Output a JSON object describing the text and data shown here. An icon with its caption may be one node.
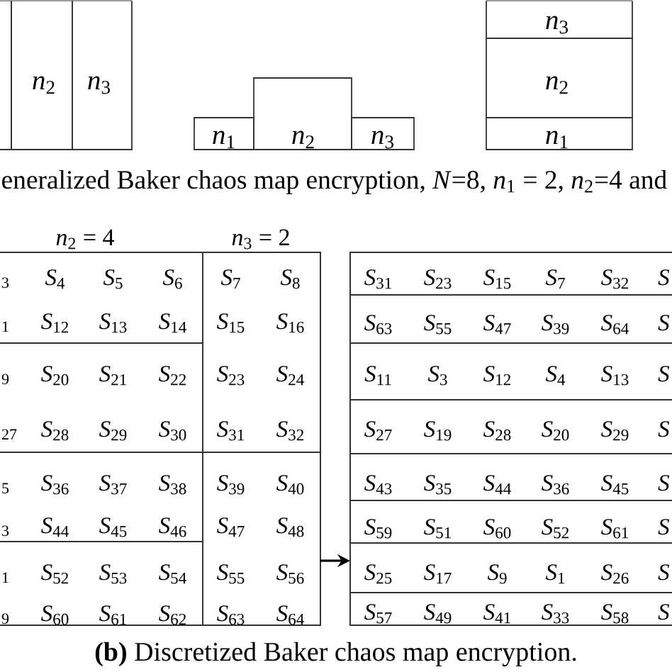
{
  "diagram": {
    "nodes": [
      {
        "text": [],
        "shape": "box"
      },
      {
        "text": [
          "*n*$_{2}$"
        ]
      },
      {
        "text": [
          "*n*$_{3}$"
        ]
      },
      {
        "text": [
          "*n*$_{1}$"
        ]
      },
      {
        "text": [
          "*n*$_{2}$"
        ]
      },
      {
        "text": [
          "*n*$_{3}$"
        ]
      },
      {
        "text": [
          "*n*$_{3}$"
        ]
      },
      {
        "text": [
          "*n*$_{2}$"
        ]
      },
      {
        "text": [
          "*n*$_{1}$"
        ]
      },
      {
        "text": [],
        "shape": "box"
      },
      {
        "text": [
          "3",
          "*S*$_{4}$",
          "*S*$_{5}$",
          "*S*$_{6}$",
          "1",
          "*S*$_{12}$",
          "*S*$_{13}$",
          "*S*$_{14}$"
        ],
        "in": 9
      },
      {
        "text": [
          "9",
          "*S*$_{20}$",
          "*S*$_{21}$",
          "*S*$_{22}$",
          "27",
          "*S*$_{28}$",
          "*S*$_{29}$",
          "*S*$_{30}$"
        ],
        "in": 9
      },
      {
        "text": [
          "5",
          "*S*$_{36}$",
          "*S*$_{37}$",
          "*S*$_{38}$",
          "3",
          "*S*$_{44}$",
          "*S*$_{45}$",
          "*S*$_{46}$"
        ],
        "in": 9
      },
      {
        "text": [
          "1",
          "*S*$_{52}$",
          "*S*$_{53}$",
          "*S*$_{54}$",
          "9",
          "*S*$_{60}$",
          "*S*$_{61}$",
          "*S*$_{62}$"
        ],
        "in": 9
      },
      {
        "text": [
          "*S*$_{7}$",
          "*S*$_{8}$",
          "*S*$_{15}$",
          "*S*$_{16}$",
          "*S*$_{23}$",
          "*S*$_{24}$",
          "*S*$_{31}$",
          "*S*$_{32}$"
        ],
        "in": 9
      },
      {
        "text": [
          "*S*$_{39}$",
          "*S*$_{40}$",
          "*S*$_{47}$",
          "*S*$_{48}$",
          "*S*$_{55}$",
          "*S*$_{56}$",
          "*S*$_{63}$",
          "*S*$_{64}$"
        ],
        "in": 9
      },
      {
        "text": [],
        "shape": "box"
      },
      {
        "text": [
          "*S*$_{31}$",
          "*S*$_{23}$",
          "*S*$_{15}$",
          "*S*$_{7}$",
          "*S*$_{32}$",
          "S"
        ],
        "in": 16
      },
      {
        "text": [
          "*S*$_{63}$",
          "*S*$_{55}$",
          "*S*$_{47}$",
          "*S*$_{39}$",
          "*S*$_{64}$",
          "S"
        ],
        "in": 16
      },
      {
        "text": [
          "*S*$_{11}$",
          "*S*$_{3}$",
          "*S*$_{12}$",
          "*S*$_{4}$",
          "*S*$_{13}$",
          "S"
        ],
        "in": 16
      },
      {
        "text": [
          "*S*$_{27}$",
          "*S*$_{19}$",
          "*S*$_{28}$",
          "*S*$_{20}$",
          "*S*$_{29}$",
          "S"
        ],
        "in": 16
      },
      {
        "text": [
          "*S*$_{43}$",
          "*S*$_{35}$",
          "*S*$_{44}$",
          "*S*$_{36}$",
          "*S*$_{45}$",
          "S"
        ],
        "in": 16
      },
      {
        "text": [
          "*S*$_{59}$",
          "*S*$_{51}$",
          "*S*$_{60}$",
          "*S*$_{52}$",
          "*S*$_{61}$",
          "S"
        ],
        "in": 16
      },
      {
        "text": [
          "*S*$_{25}$",
          "*S*$_{17}$",
          "*S*$_{9}$",
          "*S*$_{1}$",
          "*S*$_{26}$",
          "S"
        ],
        "in": 16
      },
      {
        "text": [
          "*S*$_{57}$",
          "*S*$_{49}$",
          "*S*$_{41}$",
          "*S*$_{33}$",
          "*S*$_{58}$",
          "S"
        ],
        "in": 16
      }
    ],
    "edges": [
      {
        "from": 9,
        "to": 16,
        "arrow": "to"
      }
    ],
    "labels": [
      "eneralized Baker chaos map encryption, *N*=8, *n*$_{1}$ = 2, *n*$_{2}$=4 and",
      "*n*$_{2}$ = 4",
      "*n*$_{3}$ = 2",
      "**(b)** Discretized Baker chaos map encryption."
    ]
  }
}
